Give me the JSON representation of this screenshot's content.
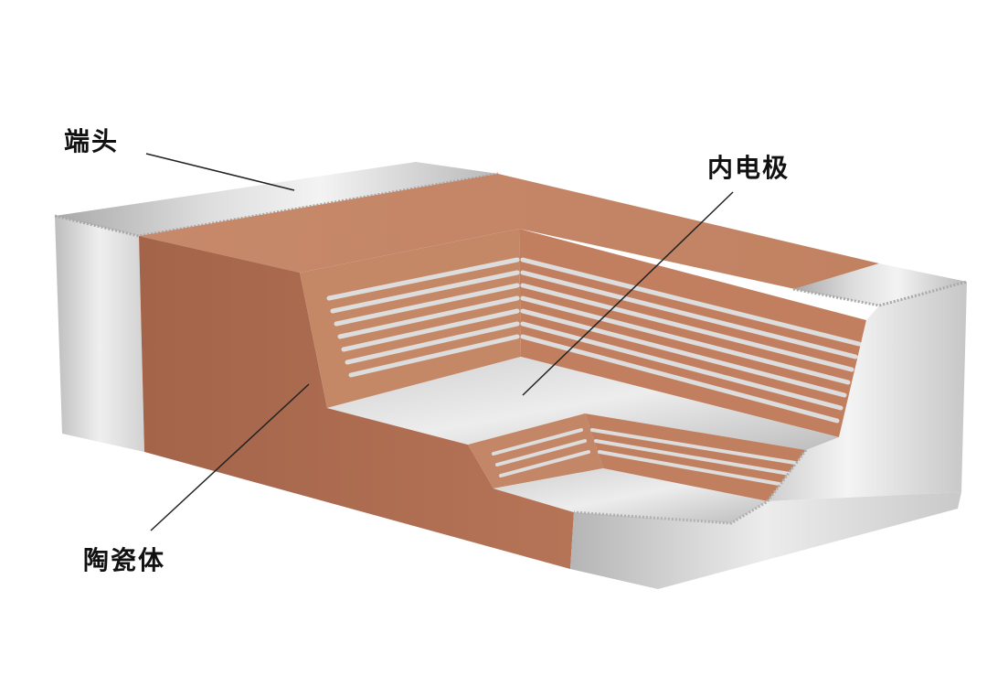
{
  "labels": {
    "terminal": "端头",
    "inner_electrode": "内电极",
    "ceramic_body": "陶瓷体"
  },
  "colors": {
    "ceramic": "#c08260",
    "ceramic_dark": "#9e6249",
    "terminal": "#c4c4c4",
    "electrode": "#d8d8d8"
  }
}
